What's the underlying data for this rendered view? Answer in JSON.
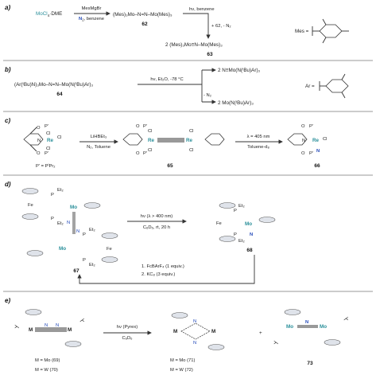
{
  "colors": {
    "accent_metal": "#2a8f9a",
    "accent_dinitrogen": "#2148b8",
    "text": "#222222",
    "separator": "#9a9a9a"
  },
  "panels": {
    "a": {
      "label": "a)",
      "reagent_start": "MoCl",
      "reagent_start_tail": "·DME",
      "reagent_start_sub": "4",
      "arrow1_top": "MesMgBr",
      "arrow1_bottom_n2": "N",
      "arrow1_bottom_rest": ", benzene",
      "product_62": "(Mes)₃Mo–N=N–Mo(Mes)₃",
      "compound_62": "62",
      "arrow2_top": "hν, benzene",
      "arrow2_bottom": "+ 62, - N₂",
      "product_63": "2 (Mes)₃Mo≡N–Mo(Mes)₃",
      "compound_63": "63",
      "mes_label": "Mes ="
    },
    "b": {
      "label": "b)",
      "reactant_64": "(Ar(ᵗBu)N)₃Mo–N=N–Mo(N(ᵗBu)Ar)₃",
      "compound_64": "64",
      "arrow_top": "hν, Et₂O, -78 °C",
      "product_up": "2 N≡Mo(N(ᵗBu)Ar)₃",
      "arrow_down_label": "- N₂",
      "product_down": "2 Mo(N(ᵗBu)Ar)₃",
      "ar_label": "Ar ="
    },
    "c": {
      "label": "c)",
      "p_def": "P' = PⁱPr₂",
      "arrow1_top": "LiHBEt₃",
      "arrow1_bottom": "N₂, Toluene",
      "compound_65": "65",
      "arrow2_top": "λ = 405 nm",
      "arrow2_bottom": "Toluene-d₈",
      "compound_66": "66",
      "atom_re": "Re",
      "atom_cl": "Cl",
      "atom_n": "N",
      "atom_o": "O",
      "atom_p": "P'"
    },
    "d": {
      "label": "d)",
      "arrow_top": "hν (λ > 400 nm)",
      "arrow_bottom": "C₆D₆, rt, 20 h",
      "compound_67": "67",
      "compound_68": "68",
      "return_step_1": "1. FcBArF₄ (1 equiv.)",
      "return_step_2": "2. KC₈ (3 equiv.)",
      "atom_mo": "Mo",
      "atom_fe": "Fe",
      "atom_p": "P",
      "atom_et2": "Et₂",
      "atom_n": "N"
    },
    "e": {
      "label": "e)",
      "arrow_top": "hν (Pyrex)",
      "arrow_bottom": "C₆D₆",
      "legend_left_1": "M = Mo (69)",
      "legend_left_2": "M = W (70)",
      "legend_mid_1": "M = Mo (71)",
      "legend_mid_2": "M = W (72)",
      "plus": "+",
      "compound_73": "73",
      "atom_m": "M",
      "atom_mo": "Mo",
      "atom_n": "N"
    }
  }
}
